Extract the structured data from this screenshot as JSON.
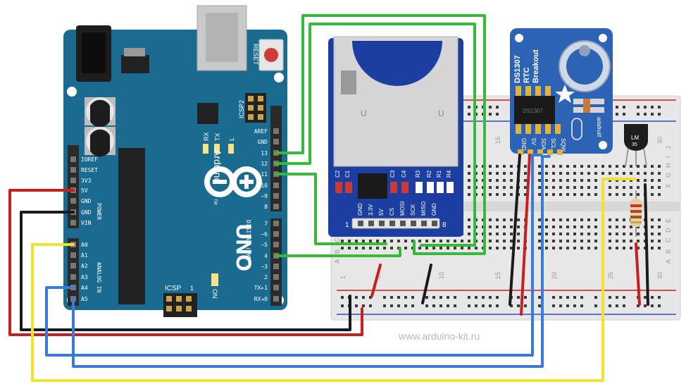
{
  "arduino": {
    "logo": "Arduino",
    "trademark": "TM",
    "model": "UNO",
    "reset_label": "RESET",
    "icsp2_label": "ICSP2",
    "icsp_label": "ICSP",
    "led_labels": [
      "RX",
      "TX",
      "L"
    ],
    "on_label": "ON",
    "digital_label": "DIGITAL (PWM~)",
    "analog_label": "ANALOG IN",
    "power_label": "POWER",
    "digital_pins": [
      "AREF",
      "GND",
      "13",
      "12",
      "~11",
      "~10",
      "~9",
      "8",
      "7",
      "~6",
      "~5",
      "4",
      "~3",
      "2",
      "TX▸1",
      "RX◂0"
    ],
    "power_pins": [
      "IOREF",
      "RESET",
      "3V3",
      "5V",
      "GND",
      "GND",
      "VIN"
    ],
    "analog_pins": [
      "A0",
      "A1",
      "A2",
      "A3",
      "A4",
      "A5"
    ],
    "icsp_pin_label": "1"
  },
  "sd_module": {
    "top_labels": [
      "C2",
      "C1",
      "C3",
      "C4",
      "R3",
      "R2",
      "R1",
      "R4"
    ],
    "pin_labels": [
      "GND",
      "3.3V",
      "5V",
      "CS",
      "MOSI",
      "SCK",
      "MISO",
      "GND"
    ],
    "pin_first": "1",
    "pin_last": "8"
  },
  "rtc": {
    "title_lines": [
      "DS1307",
      "RTC",
      "Breakout"
    ],
    "chip_text": "DS1307",
    "pins": [
      "GND",
      "5V",
      "SDA",
      "SCL",
      "SQW"
    ],
    "brand": "adafruit!"
  },
  "sensor": {
    "label_lines": [
      "LM",
      "35"
    ]
  },
  "breadboard": {
    "column_numbers": [
      "1",
      "5",
      "10",
      "15",
      "20",
      "25",
      "30"
    ],
    "row_letters": [
      "J",
      "I",
      "H",
      "G",
      "F",
      "E",
      "D",
      "C",
      "B",
      "A"
    ]
  },
  "watermark": "www.arduino-kit.ru",
  "colors": {
    "board_blue": "#1a6b8f",
    "sd_blue": "#1c3ea0",
    "rtc_blue": "#2d63b4",
    "wire_green": "#37b93a",
    "wire_red": "#c81e1e",
    "wire_black": "#1a1a1a",
    "wire_blue": "#3a7bd5",
    "wire_yellow": "#f2e22c"
  }
}
